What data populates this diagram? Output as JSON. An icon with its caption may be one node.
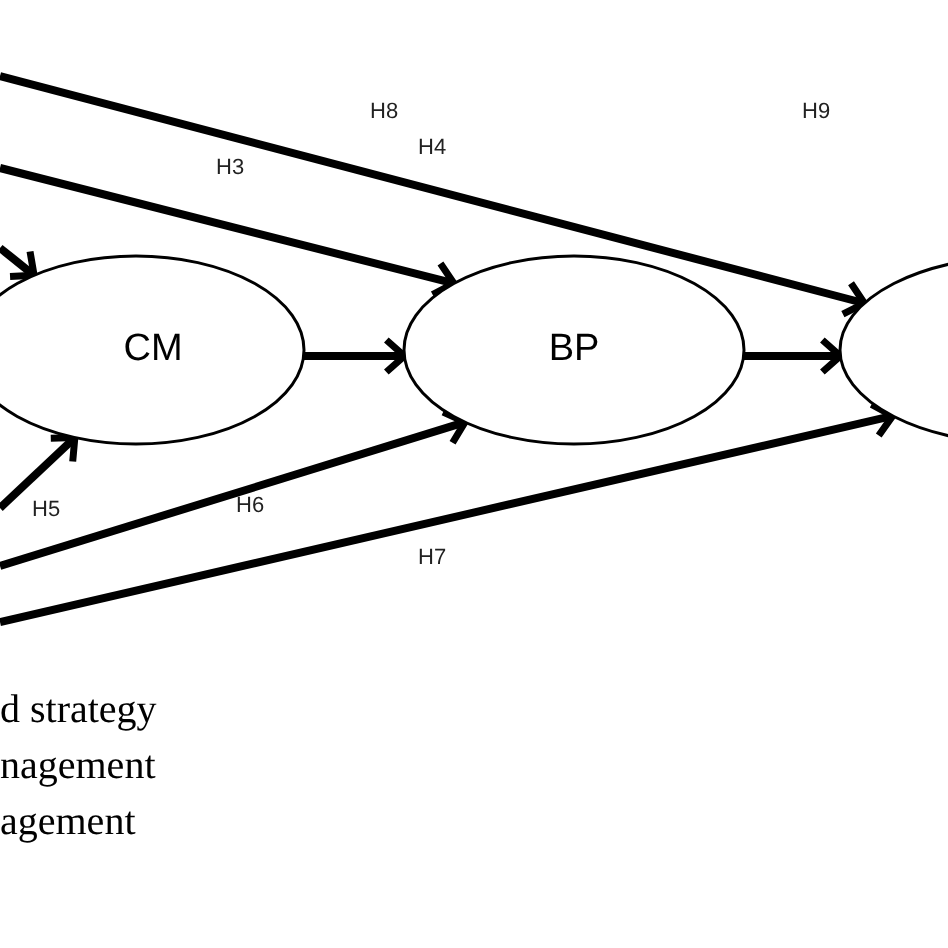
{
  "diagram": {
    "nodes": [
      {
        "text": [
          "CM"
        ]
      },
      {
        "text": [
          "BP"
        ]
      },
      {
        "text": [],
        "shape": "ellipse"
      }
    ],
    "edges": [
      {
        "from": null,
        "to": 2,
        "arrow": "to"
      },
      {
        "from": null,
        "to": 1,
        "arrow": "to"
      },
      {
        "from": null,
        "to": 0,
        "arrow": "to"
      },
      {
        "from": 0,
        "to": 1,
        "arrow": "to"
      },
      {
        "from": 1,
        "to": 2,
        "arrow": "to"
      },
      {
        "from": null,
        "to": 0,
        "arrow": "to"
      },
      {
        "from": null,
        "to": 1,
        "arrow": "to"
      },
      {
        "from": null,
        "to": 2,
        "arrow": "to"
      }
    ],
    "labels": [
      "H8",
      "H9",
      "H4",
      "H3",
      "H5",
      "H6",
      "H7",
      "d strategy",
      "nagement",
      "agement"
    ]
  }
}
